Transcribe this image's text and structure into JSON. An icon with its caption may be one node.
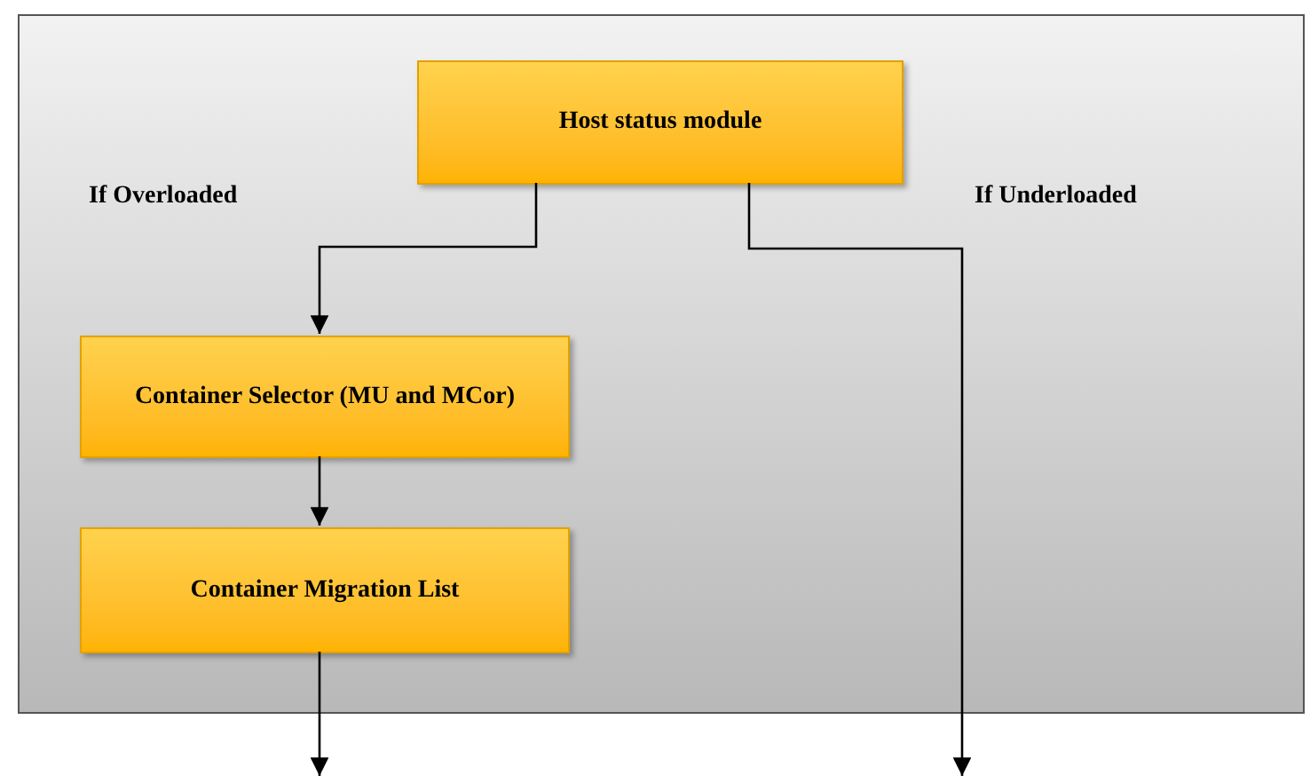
{
  "diagram": {
    "nodes": [
      {
        "text": [],
        "shape": "box"
      },
      {
        "text": [
          "Host status module"
        ],
        "in": 0
      },
      {
        "text": [
          "Container Selector (MU and MCor)"
        ],
        "in": 0
      },
      {
        "text": [
          "Container Migration List"
        ],
        "in": 0
      }
    ],
    "edges": [
      {
        "from": 1,
        "to": 2,
        "arrow": "to"
      },
      {
        "from": 2,
        "to": 3,
        "arrow": "to"
      },
      {
        "from": 3,
        "to": null,
        "arrow": "to"
      },
      {
        "from": 1,
        "to": null,
        "arrow": "to"
      }
    ],
    "labels": [
      "If Overloaded",
      "If Underloaded"
    ]
  }
}
